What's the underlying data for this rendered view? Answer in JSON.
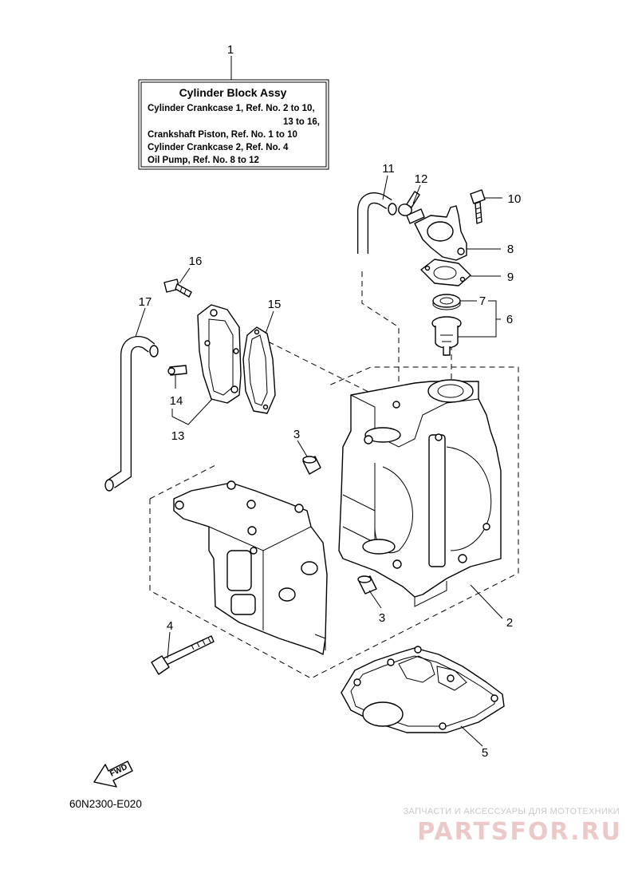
{
  "legend": {
    "title": "Cylinder Block Assy",
    "lines": [
      "Cylinder Crankcase 1,   Ref. No.  2  to  10,",
      "13  to  16,",
      "Crankshaft Piston,   Ref. No.  1  to  10",
      "Cylinder Crankcase 2,   Ref. No.  4",
      "Oil Pump,   Ref. No.  8  to  12"
    ]
  },
  "callouts": [
    "1",
    "2",
    "3",
    "3",
    "4",
    "5",
    "6",
    "7",
    "8",
    "9",
    "10",
    "11",
    "12",
    "13",
    "14",
    "15",
    "16",
    "17"
  ],
  "fwd_label": "FWD",
  "drawing_code": "60N2300-E020",
  "watermark": {
    "tagline": "ЗАПЧАСТИ И АКСЕССУАРЫ ДЛЯ МОТОТЕХНИКИ",
    "brand": "PARTSFOR.RU"
  }
}
